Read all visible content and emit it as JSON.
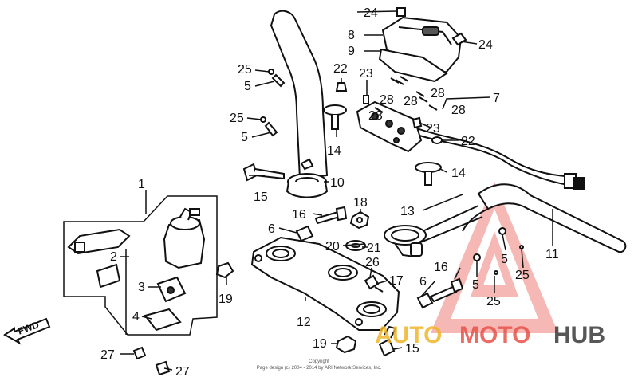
{
  "callouts": [
    "1",
    "2",
    "3",
    "4",
    "5",
    "5",
    "5",
    "5",
    "6",
    "6",
    "7",
    "8",
    "9",
    "10",
    "11",
    "12",
    "13",
    "14",
    "14",
    "15",
    "15",
    "16",
    "16",
    "17",
    "18",
    "19",
    "19",
    "20",
    "21",
    "22",
    "22",
    "23",
    "23",
    "24",
    "24",
    "25",
    "25",
    "25",
    "25",
    "26",
    "27",
    "27",
    "28",
    "28",
    "28",
    "28",
    "28"
  ],
  "direction_label": "FWD",
  "copyright": {
    "line1": "Copyright",
    "line2": "Page design (c) 2004 - 2014 by ARI Network Services, Inc."
  },
  "watermark": {
    "part1": "AUTO",
    "part2": "MOTO",
    "part3": "HUB",
    "colors": {
      "auto": "#f0b429",
      "moto": "#e8534a",
      "hub": "#3a3a3a",
      "triangle": "#e8534a"
    }
  }
}
